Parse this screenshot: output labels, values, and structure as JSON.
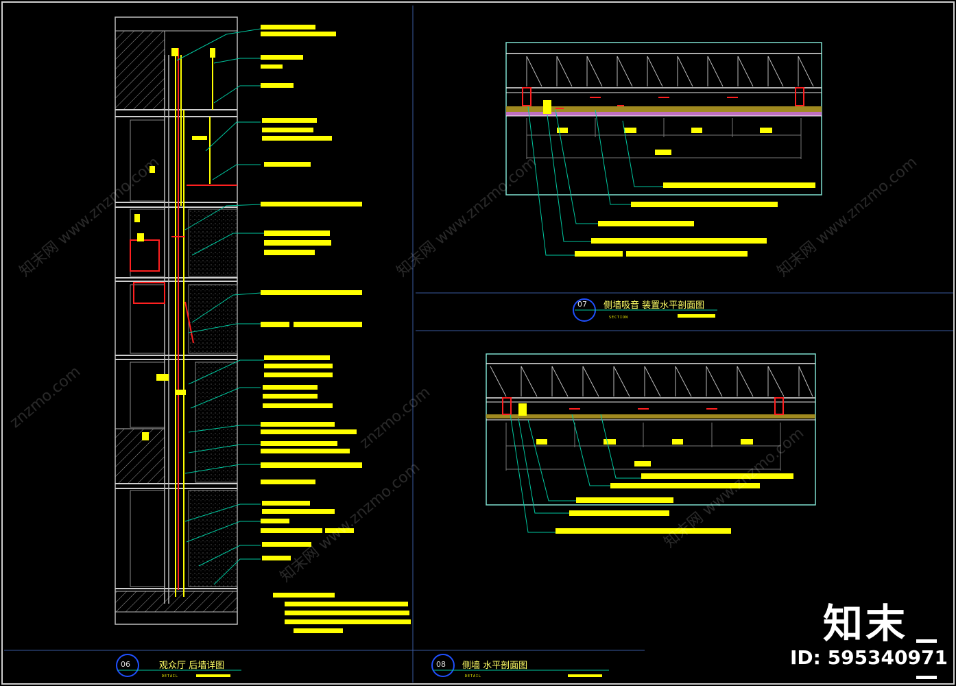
{
  "drawings": [
    {
      "id": "06",
      "title": "观众厅 后墙详图",
      "subtitle": "DETAIL"
    },
    {
      "id": "07",
      "title": "侧墙吸音 装置水平剖面图",
      "subtitle": "SECTION"
    },
    {
      "id": "08",
      "title": "侧墙 水平剖面图",
      "subtitle": "DETAIL"
    }
  ],
  "watermark": {
    "brand": "知末",
    "id_label": "ID: 595340971",
    "site": "知末网 www.znzmo.com",
    "site_short": "znzmo.com"
  },
  "colors": {
    "background": "#000000",
    "annotation": "#ffff00",
    "leader": "#00c8a0",
    "structure": "#ff2020",
    "frame": "#7fe0d0",
    "title_circle": "#2050ff"
  }
}
